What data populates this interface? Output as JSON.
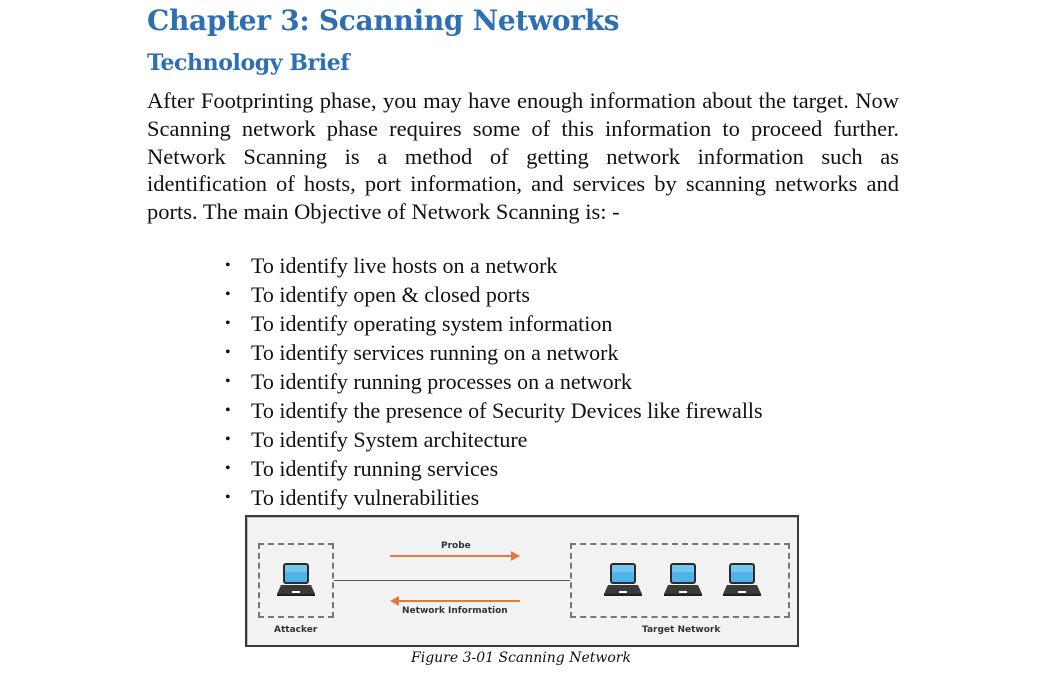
{
  "document": {
    "chapter_title": "Chapter 3: Scanning Networks",
    "section_title": "Technology Brief",
    "intro_paragraph": "After Footprinting phase, you may have enough information about the target. Now Scanning network phase requires some of this information to proceed further. Network Scanning is a method of getting network information such as identification of hosts, port information, and services by scanning networks and ports. The main Objective of Network Scanning is: -",
    "objectives": [
      "To identify live hosts on a network",
      "To identify open & closed ports",
      "To identify operating system information",
      "To identify services running on a network",
      "To identify running processes on a network",
      "To identify the presence of Security Devices like firewalls",
      "To identify System architecture",
      "To identify running services",
      "To identify vulnerabilities"
    ],
    "bullet_glyph": "•"
  },
  "figure": {
    "probe_label": "Probe",
    "network_info_label": "Network Information",
    "attacker_label": "Attacker",
    "target_label": "Target Network",
    "caption": "Figure 3-01 Scanning Network",
    "icons": {
      "attacker": "laptop-icon",
      "targets": [
        "laptop-icon",
        "laptop-icon",
        "laptop-icon"
      ]
    },
    "colors": {
      "heading": "#2e6fb4",
      "arrow": "#e07b39",
      "screen": "#4fb3e8"
    }
  }
}
